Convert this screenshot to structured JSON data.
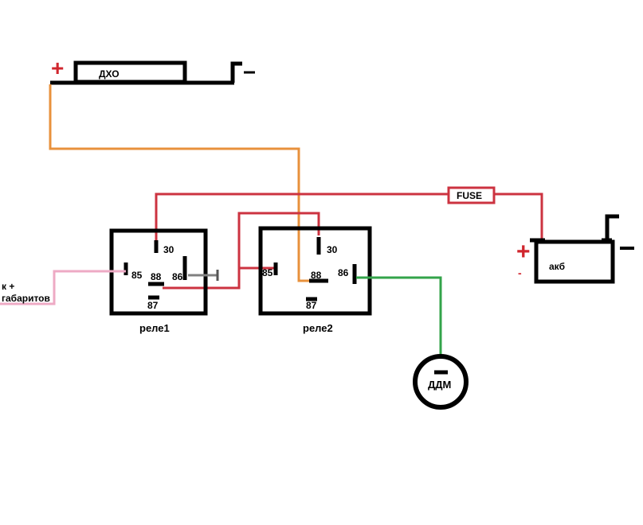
{
  "drl": {
    "label": "ДХО",
    "plus": "+",
    "minus": "−"
  },
  "fuse": {
    "label": "FUSE"
  },
  "battery": {
    "label": "акб",
    "plus": "+",
    "minus_mark": "-"
  },
  "relay1": {
    "name": "реле1",
    "pins": {
      "p30": "30",
      "p85": "85",
      "p88": "88",
      "p86": "86",
      "p87": "87"
    }
  },
  "relay2": {
    "name": "реле2",
    "pins": {
      "p30": "30",
      "p85": "85",
      "p88": "88",
      "p86": "86",
      "p87": "87"
    }
  },
  "parking_lights": {
    "line1": "к +",
    "line2": "габаритов"
  },
  "sensor": {
    "label": "ДДМ"
  },
  "colors": {
    "plus_red": "#d0262e",
    "wire_red": "#cc3340",
    "wire_orange": "#e8913c",
    "wire_pink": "#eeaac4",
    "wire_green": "#33a34a",
    "ground_gray": "#808080"
  }
}
